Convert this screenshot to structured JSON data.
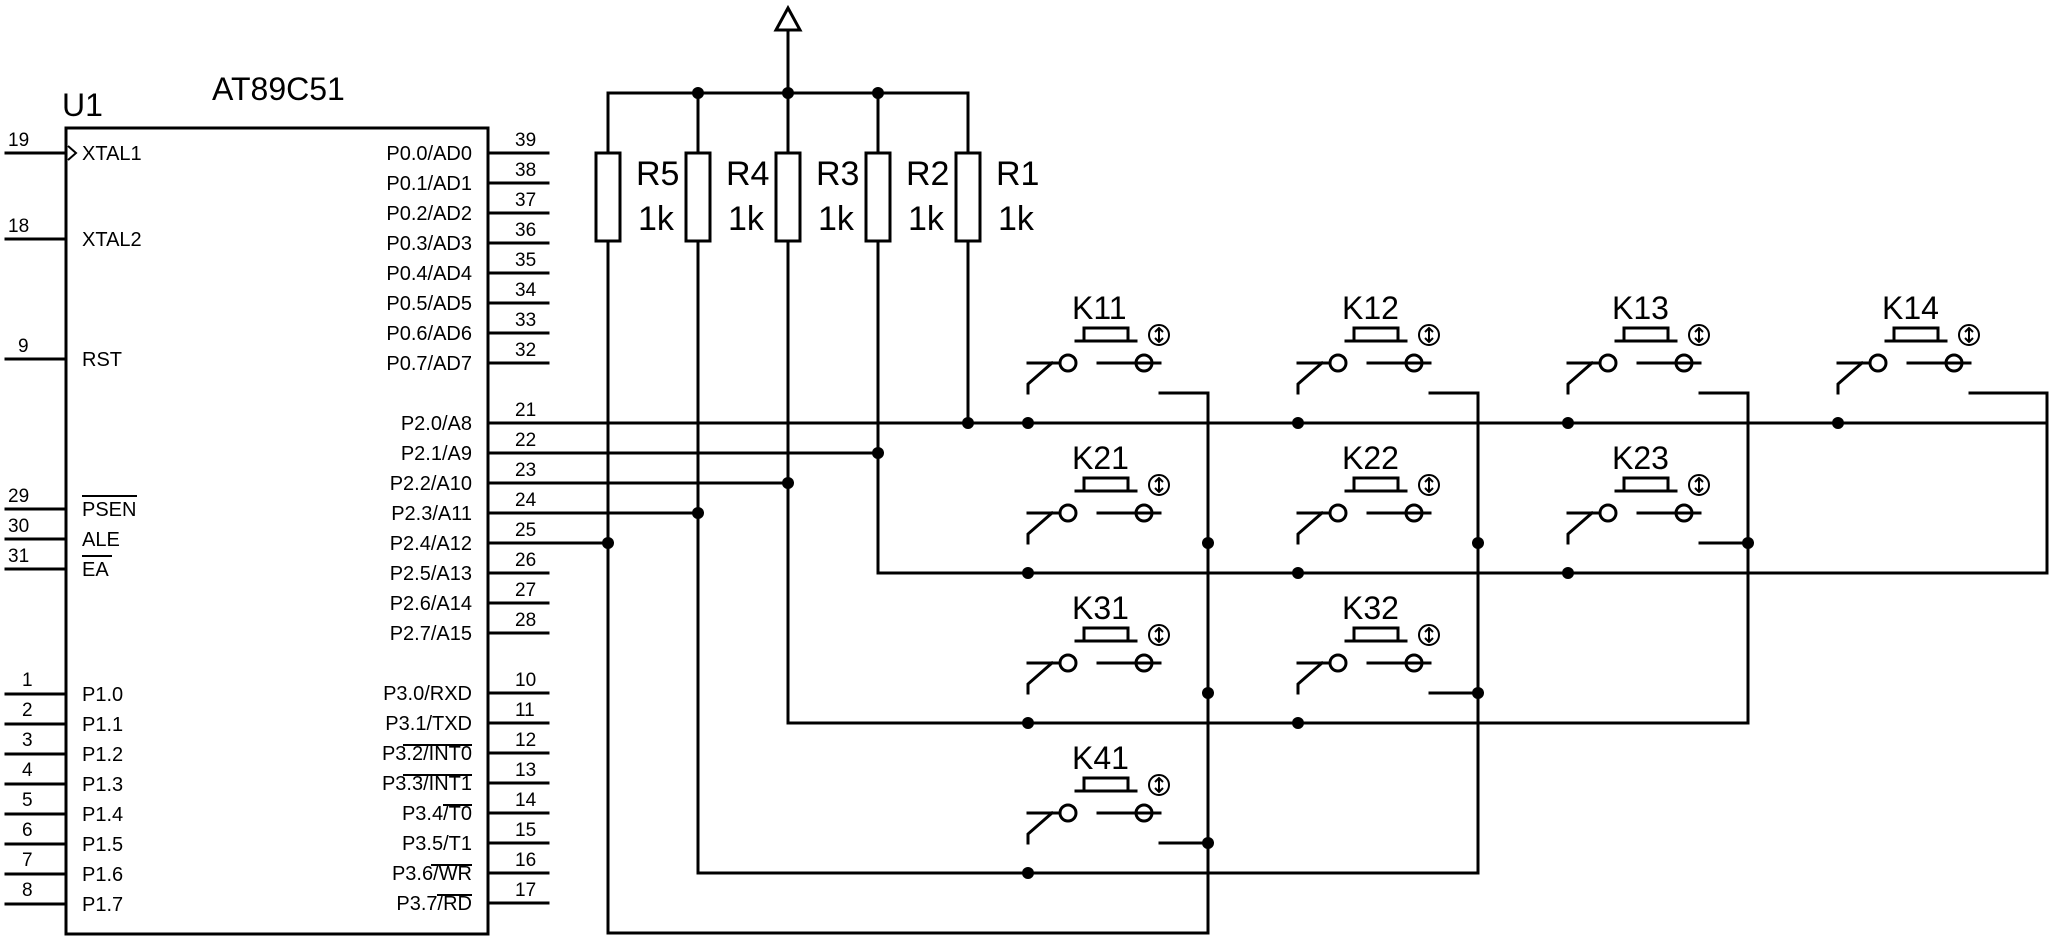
{
  "chip": {
    "ref": "U1",
    "part": "AT89C51",
    "left_pins": [
      {
        "num": "19",
        "label": "XTAL1"
      },
      {
        "num": "18",
        "label": "XTAL2"
      },
      {
        "num": "9",
        "label": "RST"
      },
      {
        "num": "29",
        "label": "PSEN"
      },
      {
        "num": "30",
        "label": "ALE"
      },
      {
        "num": "31",
        "label": "EA"
      },
      {
        "num": "1",
        "label": "P1.0"
      },
      {
        "num": "2",
        "label": "P1.1"
      },
      {
        "num": "3",
        "label": "P1.2"
      },
      {
        "num": "4",
        "label": "P1.3"
      },
      {
        "num": "5",
        "label": "P1.4"
      },
      {
        "num": "6",
        "label": "P1.5"
      },
      {
        "num": "7",
        "label": "P1.6"
      },
      {
        "num": "8",
        "label": "P1.7"
      }
    ],
    "right_pins": [
      {
        "num": "39",
        "label": "P0.0/AD0"
      },
      {
        "num": "38",
        "label": "P0.1/AD1"
      },
      {
        "num": "37",
        "label": "P0.2/AD2"
      },
      {
        "num": "36",
        "label": "P0.3/AD3"
      },
      {
        "num": "35",
        "label": "P0.4/AD4"
      },
      {
        "num": "34",
        "label": "P0.5/AD5"
      },
      {
        "num": "33",
        "label": "P0.6/AD6"
      },
      {
        "num": "32",
        "label": "P0.7/AD7"
      },
      {
        "num": "21",
        "label": "P2.0/A8"
      },
      {
        "num": "22",
        "label": "P2.1/A9"
      },
      {
        "num": "23",
        "label": "P2.2/A10"
      },
      {
        "num": "24",
        "label": "P2.3/A11"
      },
      {
        "num": "25",
        "label": "P2.4/A12"
      },
      {
        "num": "26",
        "label": "P2.5/A13"
      },
      {
        "num": "27",
        "label": "P2.6/A14"
      },
      {
        "num": "28",
        "label": "P2.7/A15"
      },
      {
        "num": "10",
        "label": "P3.0/RXD"
      },
      {
        "num": "11",
        "label": "P3.1/TXD"
      },
      {
        "num": "12",
        "label": "P3.2/INT0"
      },
      {
        "num": "13",
        "label": "P3.3/INT1"
      },
      {
        "num": "14",
        "label": "P3.4/T0"
      },
      {
        "num": "15",
        "label": "P3.5/T1"
      },
      {
        "num": "16",
        "label": "P3.6/WR"
      },
      {
        "num": "17",
        "label": "P3.7/RD"
      }
    ]
  },
  "resistors": [
    {
      "ref": "R5",
      "value": "1k"
    },
    {
      "ref": "R4",
      "value": "1k"
    },
    {
      "ref": "R3",
      "value": "1k"
    },
    {
      "ref": "R2",
      "value": "1k"
    },
    {
      "ref": "R1",
      "value": "1k"
    }
  ],
  "keys": [
    "K11",
    "K12",
    "K13",
    "K14",
    "K21",
    "K22",
    "K23",
    "K31",
    "K32",
    "K41"
  ]
}
